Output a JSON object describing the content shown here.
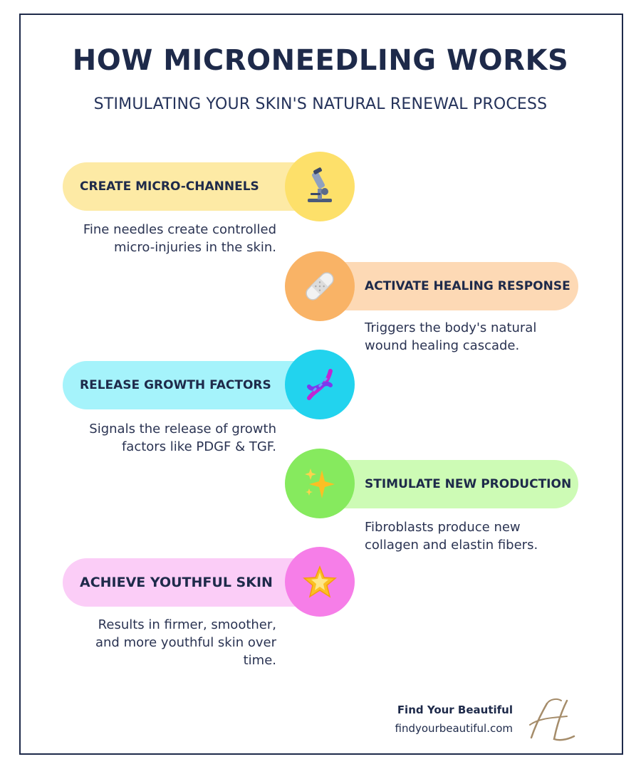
{
  "header": {
    "title": "HOW MICRONEEDLING WORKS",
    "subtitle": "STIMULATING YOUR SKIN'S NATURAL RENEWAL PROCESS"
  },
  "steps": [
    {
      "label": "CREATE MICRO-CHANNELS",
      "description": "Fine needles create controlled micro-injuries in the skin.",
      "icon": "microscope-icon",
      "side": "left",
      "pill_color": "#fdeaa5",
      "circle_color": "#fde06a"
    },
    {
      "label": "ACTIVATE HEALING RESPONSE",
      "description": "Triggers the body's natural wound healing cascade.",
      "icon": "bandage-icon",
      "side": "right",
      "pill_color": "#fdd9b5",
      "circle_color": "#f9b366"
    },
    {
      "label": "RELEASE GROWTH FACTORS",
      "description": "Signals the release of growth factors like PDGF & TGF.",
      "icon": "dna-icon",
      "side": "left",
      "pill_color": "#a5f3fb",
      "circle_color": "#22d3ee"
    },
    {
      "label": "STIMULATE NEW PRODUCTION",
      "description": "Fibroblasts produce new collagen and elastin fibers.",
      "icon": "sparkles-icon",
      "side": "right",
      "pill_color": "#cdfbb5",
      "circle_color": "#86ea5e"
    },
    {
      "label": "ACHIEVE YOUTHFUL SKIN",
      "description": "Results in firmer, smoother, and more youthful skin over time.",
      "icon": "glowing-star-icon",
      "side": "left",
      "pill_color": "#fbcdf7",
      "circle_color": "#f67ee8"
    }
  ],
  "footer": {
    "brand_name": "Find Your Beautiful",
    "brand_url": "findyourbeautiful.com",
    "logo_icon": "script-h-logo-icon",
    "logo_color": "#a58c6a"
  }
}
